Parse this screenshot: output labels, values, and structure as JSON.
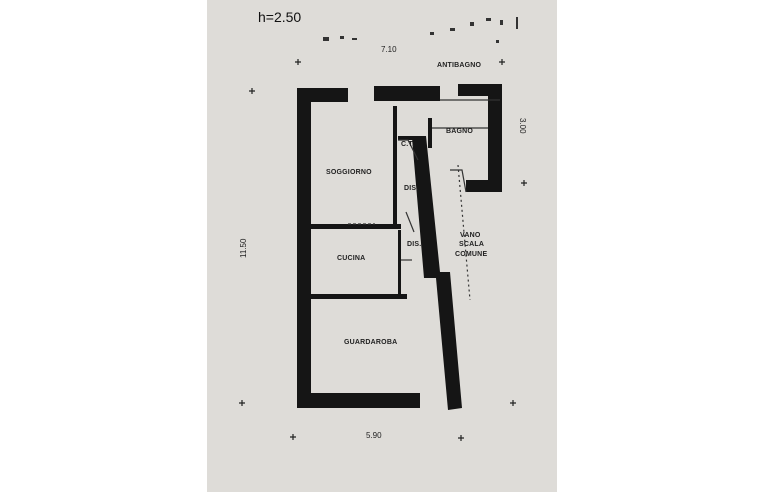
{
  "plan": {
    "height_label": "h=2.50",
    "rooms": {
      "antibagno": "ANTIBAGNO",
      "bagno": "BAGNO",
      "ct": "C.T.",
      "soggiorno": "SOGGIORNO",
      "dis_upper": "DIS.",
      "dis_lower": "DIS.",
      "vano": "VANO",
      "scala": "SCALA",
      "comune": "COMUNE",
      "cucina": "CUCINA",
      "guardaroba": "GUARDAROBA"
    },
    "dimensions": {
      "top": "7.10",
      "right": "3.00",
      "left": "11.50",
      "bottom": "5.90"
    }
  }
}
